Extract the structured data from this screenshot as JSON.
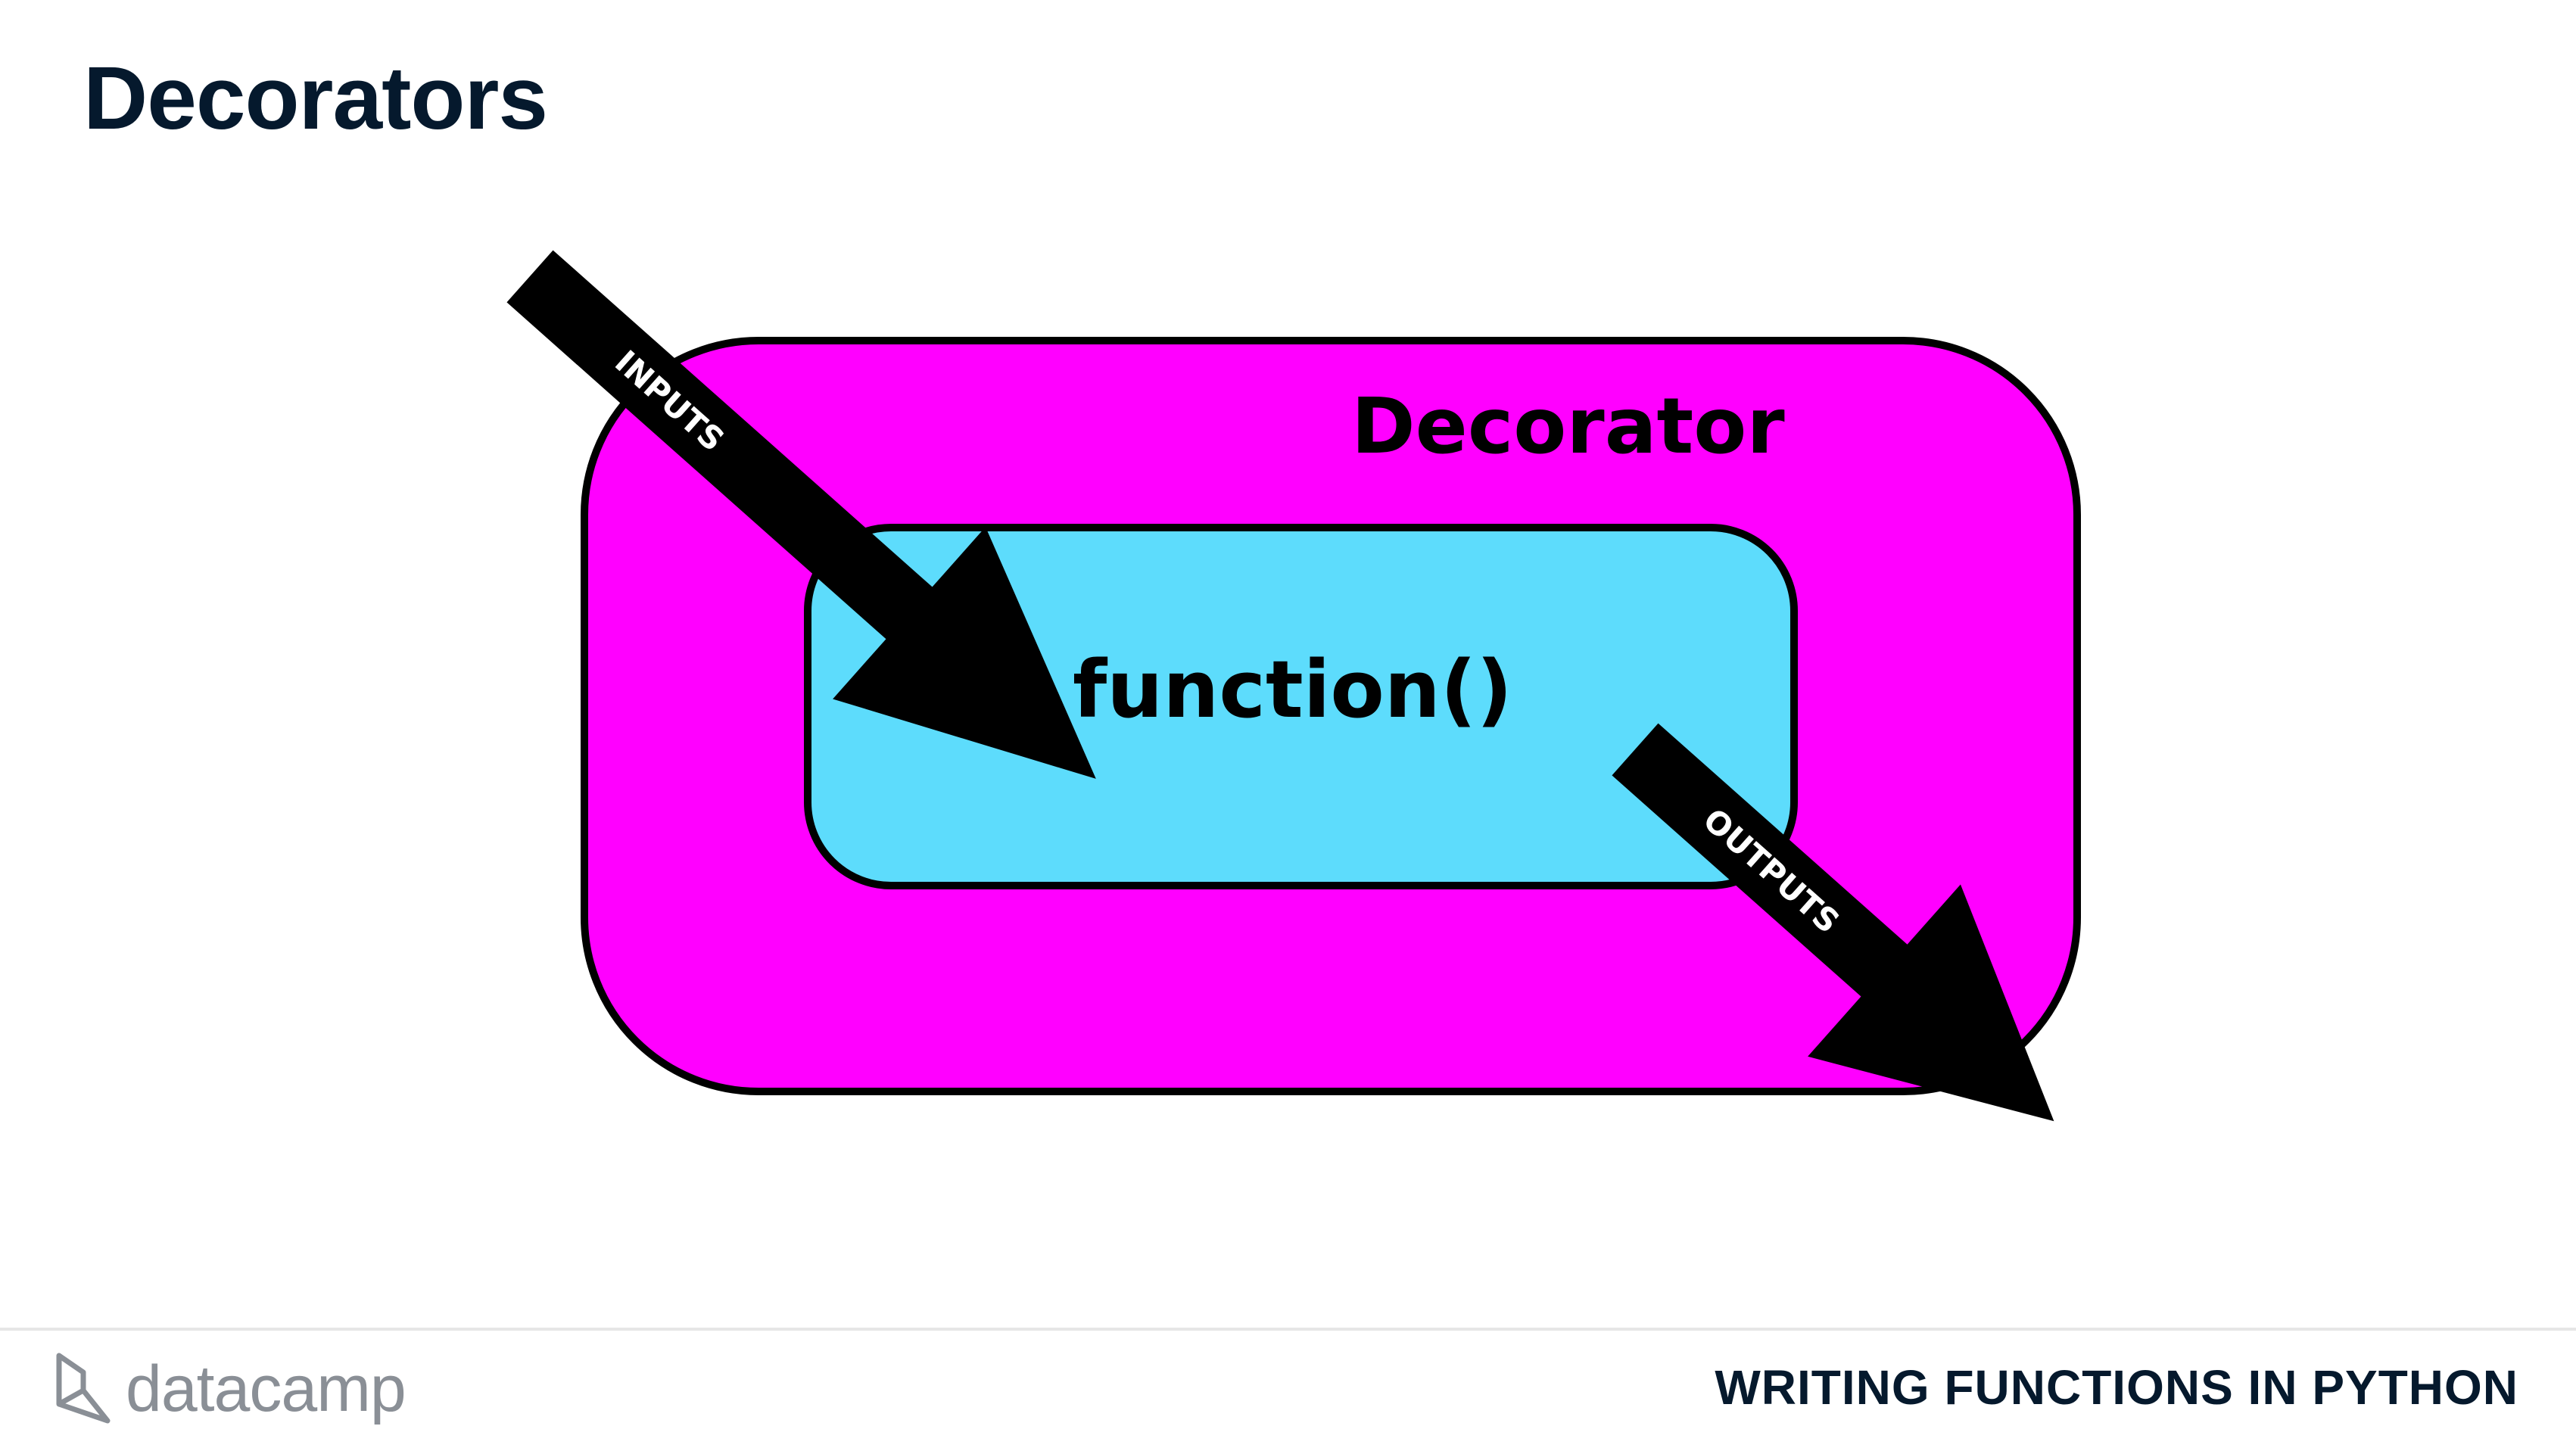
{
  "slide": {
    "title": "Decorators"
  },
  "diagram": {
    "outer_label": "Decorator",
    "inner_label": "function()",
    "input_arrow_label": "INPUTS",
    "output_arrow_label": "OUTPUTS",
    "colors": {
      "decorator_fill": "#ff00ff",
      "function_fill": "#5ddcfc",
      "outline": "#000000",
      "arrow": "#000000"
    }
  },
  "footer": {
    "brand": "datacamp",
    "course": "WRITING FUNCTIONS IN PYTHON"
  }
}
